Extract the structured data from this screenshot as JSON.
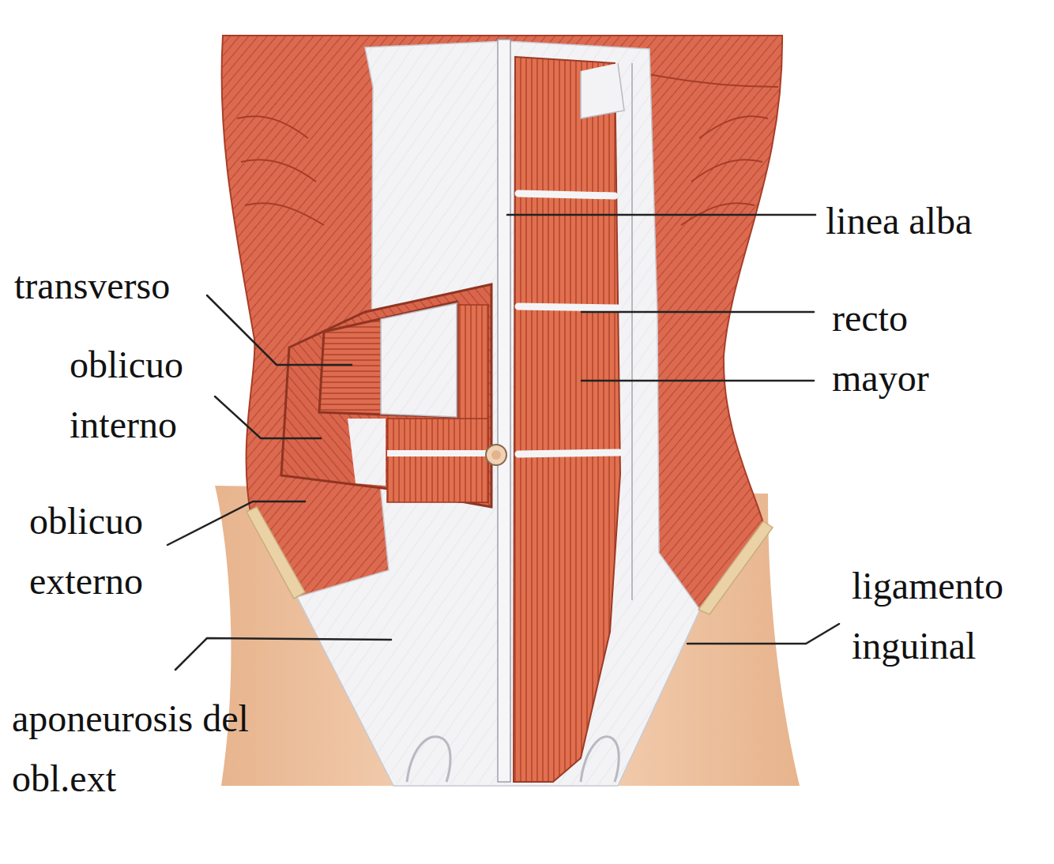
{
  "diagram": {
    "labels": [
      "linea alba",
      "transverso",
      "recto mayor",
      "oblicuo interno",
      "oblicuo externo",
      "ligamento inguinal",
      "aponeurosis del obl.ext"
    ]
  }
}
